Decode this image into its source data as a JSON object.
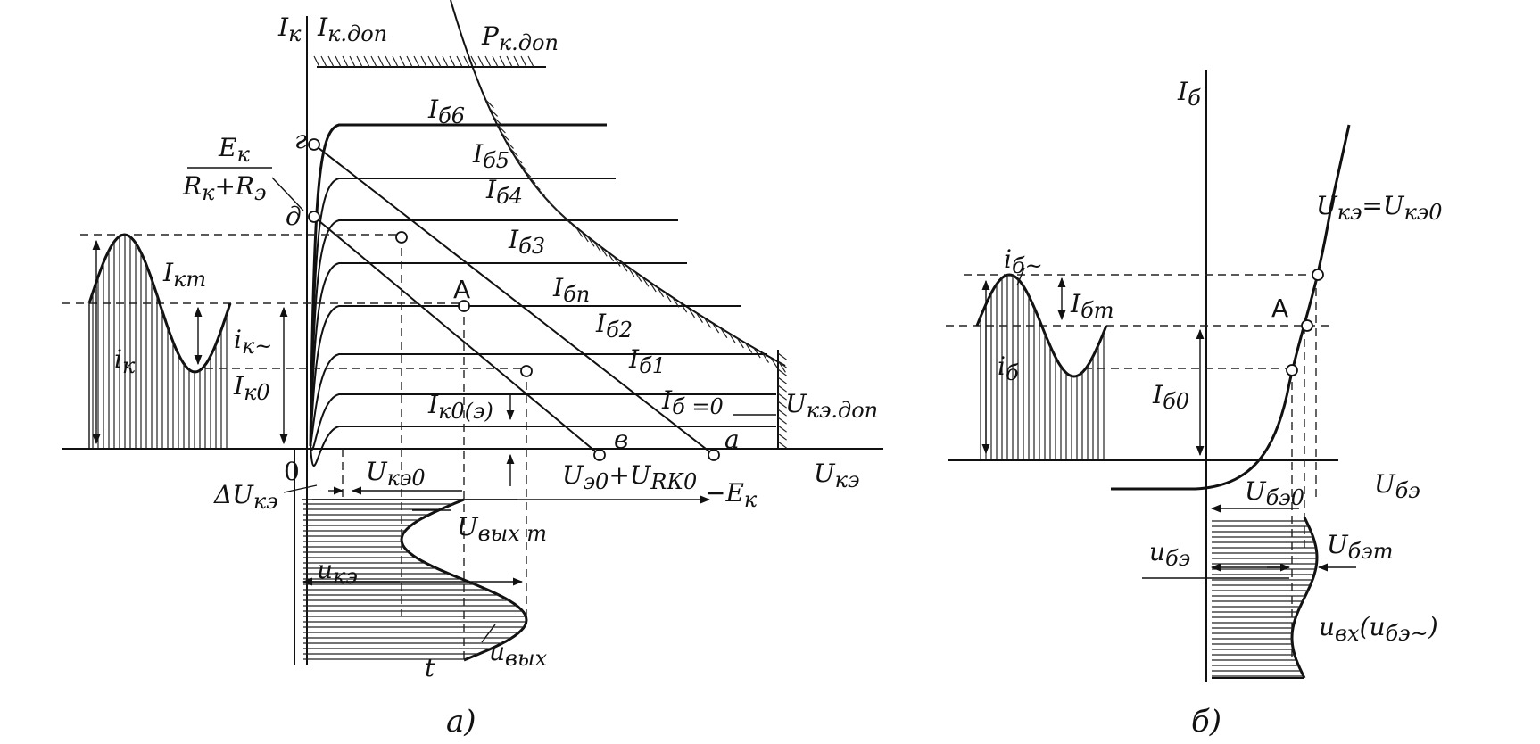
{
  "panel_a": {
    "caption": "а)",
    "axis_y": "I",
    "axis_y_sub": "к",
    "axis_x": "U",
    "axis_x_sub": "кэ",
    "origin": "0",
    "top_labels": {
      "ik_dop": "I",
      "ik_dop_sub": "к.доп",
      "pk_dop": "P",
      "pk_dop_sub": "к.доп"
    },
    "curves": [
      {
        "label": "I",
        "sub": "б6"
      },
      {
        "label": "I",
        "sub": "б5"
      },
      {
        "label": "I",
        "sub": "б4"
      },
      {
        "label": "I",
        "sub": "б3"
      },
      {
        "label": "I",
        "sub": "бп"
      },
      {
        "label": "I",
        "sub": "б2"
      },
      {
        "label": "I",
        "sub": "б1"
      },
      {
        "label": "I",
        "sub": "б =0"
      }
    ],
    "points": {
      "g": "г",
      "d": "д",
      "A": "А",
      "v": "в",
      "a": "а"
    },
    "labels": {
      "ek_num": "E",
      "ek_num_sub": "к",
      "ek_den": "R",
      "ek_den_sub1": "к",
      "ek_den_plus": "+R",
      "ek_den_sub2": "э",
      "ikm": "I",
      "ikm_sub": "кm",
      "ik_tilde": "i",
      "ik_tilde_sub": "к~",
      "ik": "i",
      "ik_sub": "к",
      "ik0": "I",
      "ik0_sub": "к0",
      "ik0e": "I",
      "ik0e_sub": "к0(э)",
      "ukedop": "U",
      "ukedop_sub": "кэ.доп",
      "uke0": "U",
      "uke0_sub": "кэ0",
      "delta_uke": "ΔU",
      "delta_uke_sub": "кэ",
      "ue0_urk0": "U",
      "ue0_sub": "э0",
      "urk0_plus": "+U",
      "urk0_sub": "RК0",
      "minus_ek": "−E",
      "minus_ek_sub": "к",
      "uout_m": "U",
      "uout_m_sub": "вых m",
      "uke_small": "u",
      "uke_small_sub": "кэ",
      "uout": "u",
      "uout_sub": "вых",
      "t": "t"
    }
  },
  "panel_b": {
    "caption": "б)",
    "axis_y": "I",
    "axis_y_sub": "б",
    "axis_x": "U",
    "axis_x_sub": "бэ",
    "point_A": "А",
    "labels": {
      "uke_eq": "U",
      "uke_eq_sub": "кэ",
      "uke_eq_rhs": "=U",
      "uke_eq_rhs_sub": "кэ0",
      "ib_tilde": "i",
      "ib_tilde_sub": "б~",
      "ibm": "I",
      "ibm_sub": "бm",
      "ib": "i",
      "ib_sub": "б",
      "ib0": "I",
      "ib0_sub": "б0",
      "ube0": "U",
      "ube0_sub": "бэ0",
      "ubem": "U",
      "ubem_sub": "бэm",
      "ube": "u",
      "ube_sub": "бэ",
      "uin": "u",
      "uin_sub": "вх",
      "uin_paren": "(u",
      "uin_paren_sub": "бэ~",
      "uin_close": ")"
    }
  }
}
